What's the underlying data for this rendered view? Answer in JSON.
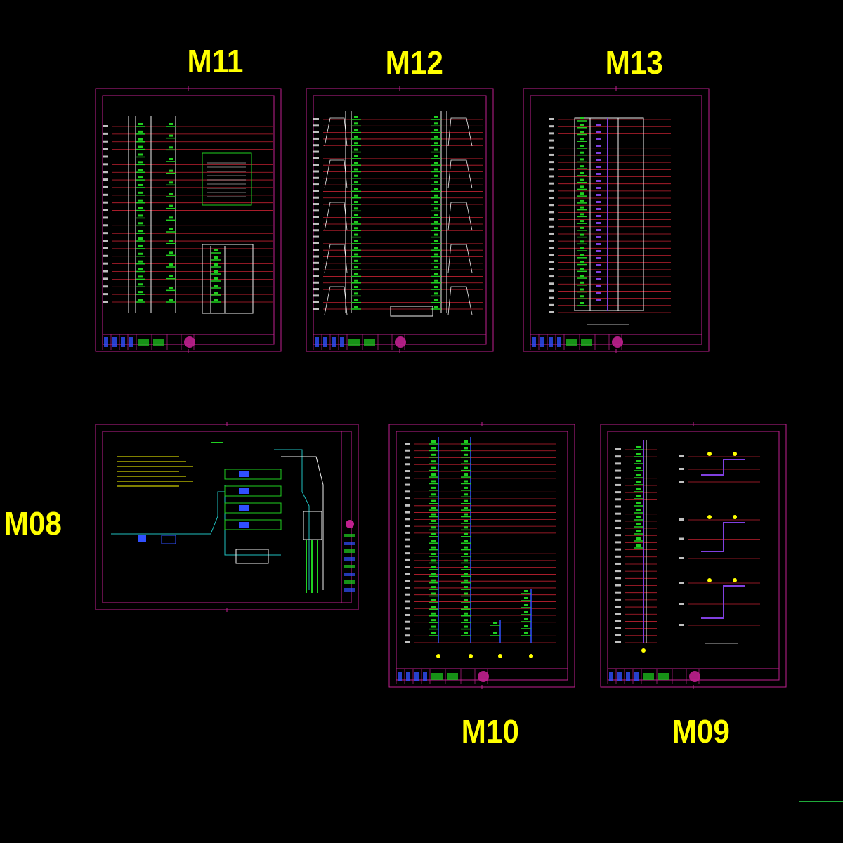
{
  "colors": {
    "background": "#000000",
    "label": "#ffff00",
    "frame": "#c0208f",
    "level": "#c02030",
    "pipe": "#20d020",
    "riser": "#f0f0f0",
    "cyan": "#20c0c0",
    "blue": "#3050ff",
    "violet": "#8040e0"
  },
  "sheets": [
    {
      "id": "M11",
      "label": "M11"
    },
    {
      "id": "M12",
      "label": "M12"
    },
    {
      "id": "M13",
      "label": "M13"
    },
    {
      "id": "M08",
      "label": "M08"
    },
    {
      "id": "M10",
      "label": "M10"
    },
    {
      "id": "M09",
      "label": "M09"
    }
  ]
}
